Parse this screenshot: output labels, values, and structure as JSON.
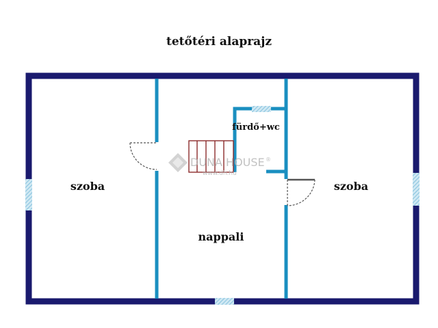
{
  "plan": {
    "title": "tetőtéri alaprajz",
    "rooms": {
      "left": "szoba",
      "center": "nappali",
      "bathroom": "fürdő+wc",
      "right": "szoba"
    },
    "watermark": {
      "brand": "DUNA HOUSE",
      "registered": "®",
      "url": "www.dh.hu"
    }
  },
  "colors": {
    "outer_wall": "#1a1a6e",
    "inner_wall": "#1a8fc0",
    "window": "#a9d6ea",
    "stairs": "#8b2b2b",
    "door": "#555555"
  }
}
